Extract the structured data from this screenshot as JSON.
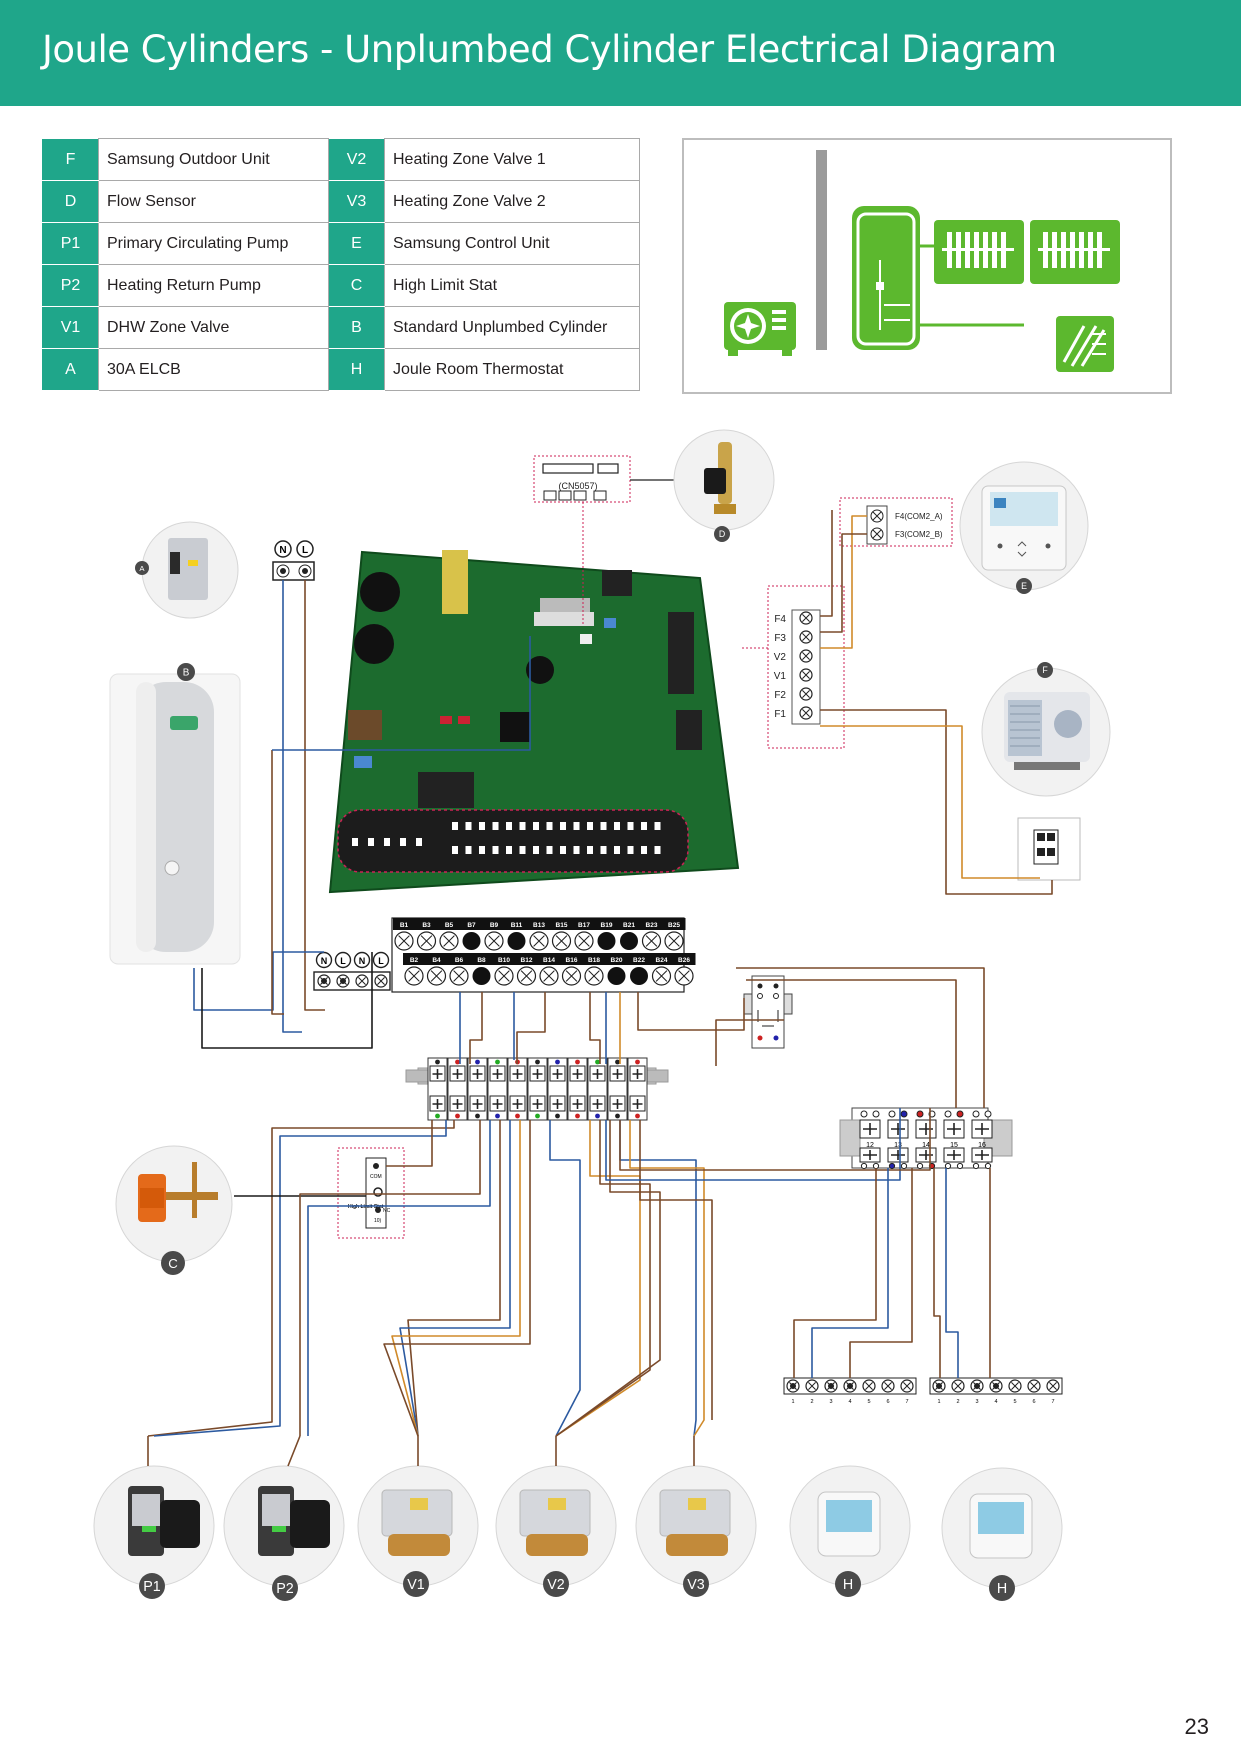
{
  "header": {
    "title": "Joule Cylinders - Unplumbed Cylinder Electrical Diagram"
  },
  "legend": {
    "rows": [
      {
        "left": {
          "code": "F",
          "label": "Samsung Outdoor Unit"
        },
        "right": {
          "code": "V2",
          "label": "Heating Zone Valve 1"
        }
      },
      {
        "left": {
          "code": "D",
          "label": "Flow Sensor"
        },
        "right": {
          "code": "V3",
          "label": "Heating Zone Valve 2"
        }
      },
      {
        "left": {
          "code": "P1",
          "label": "Primary Circulating Pump"
        },
        "right": {
          "code": "E",
          "label": "Samsung Control Unit"
        }
      },
      {
        "left": {
          "code": "P2",
          "label": "Heating Return Pump"
        },
        "right": {
          "code": "C",
          "label": "High Limit Stat"
        }
      },
      {
        "left": {
          "code": "V1",
          "label": "DHW Zone Valve"
        },
        "right": {
          "code": "B",
          "label": "Standard Unplumbed Cylinder"
        }
      },
      {
        "left": {
          "code": "A",
          "label": "30A ELCB"
        },
        "right": {
          "code": "H",
          "label": "Joule Room Thermostat"
        }
      }
    ]
  },
  "diagram": {
    "component_badges": {
      "A": "A",
      "B": "B",
      "C": "C",
      "D": "D",
      "E": "E",
      "F": "F",
      "P1": "P1",
      "P2": "P2",
      "V1": "V1",
      "V2": "V2",
      "V3": "V3",
      "H1": "H",
      "H2": "H"
    },
    "sensor_connector": "(CN5057)",
    "com_terminals": {
      "com2a": "F4(COM2_A)",
      "com2b": "F3(COM2_B)"
    },
    "side_terminals": [
      "F4",
      "F3",
      "V2",
      "V1",
      "F2",
      "F1"
    ],
    "power_labels": {
      "n": "N",
      "l": "L"
    },
    "board_top_row": [
      "B1",
      "B3",
      "B5",
      "B7",
      "B9",
      "B11",
      "B13",
      "B15",
      "B17",
      "B19",
      "B21",
      "B23",
      "B25"
    ],
    "board_bottom_row": [
      "B2",
      "B4",
      "B6",
      "B8",
      "B10",
      "B12",
      "B14",
      "B16",
      "B18",
      "B20",
      "B22",
      "B24",
      "B26"
    ],
    "stat_labels": {
      "com": "COM",
      "high_limit": "High Limit Stat",
      "nc": "NC",
      "code": "10)"
    },
    "rail_right_numbers": [
      "12",
      "13",
      "14",
      "15",
      "16"
    ],
    "thermostat_terminal_numbers": [
      "1",
      "2",
      "3",
      "4",
      "5",
      "6",
      "7"
    ]
  },
  "colors": {
    "brand": "#1fa68a",
    "board": "#1c6b2e",
    "wire_brown": "#7a4a2a",
    "wire_blue": "#2c5aa0",
    "wire_black": "#1a1a1a",
    "wire_orange": "#d08a2a",
    "icon_green": "#5cb82e"
  },
  "page": {
    "number": "23"
  }
}
